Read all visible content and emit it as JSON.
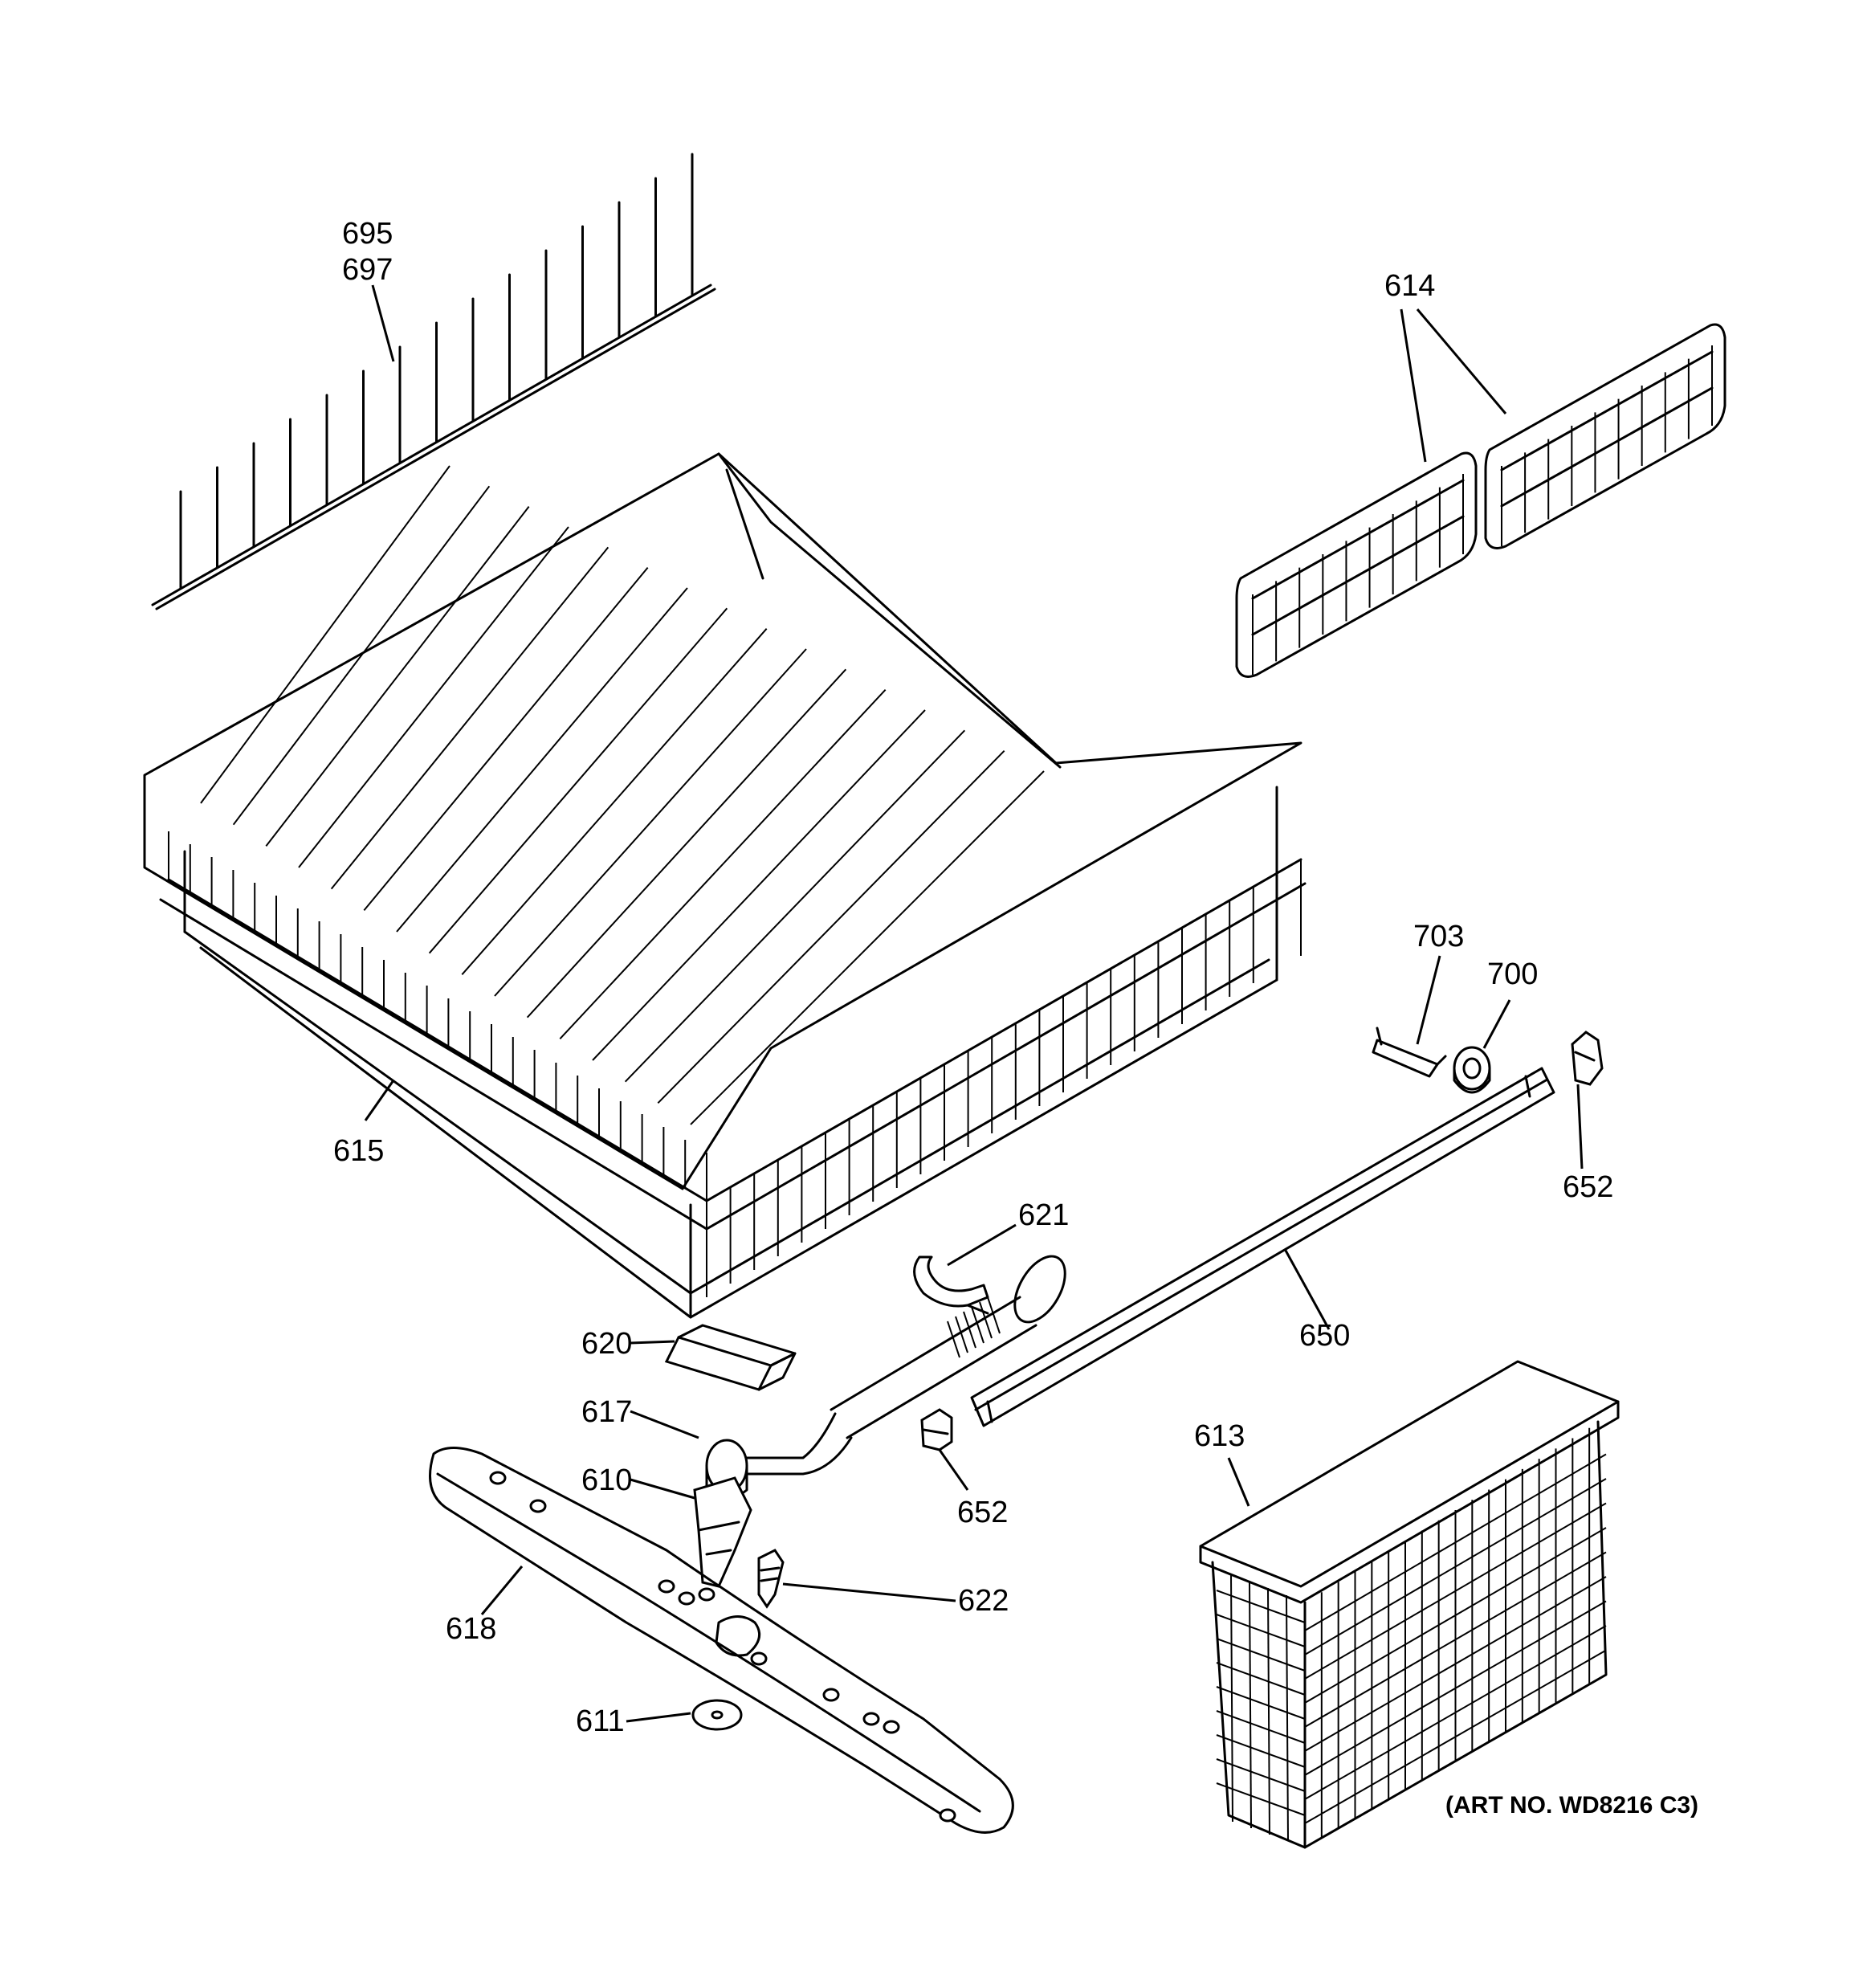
{
  "callouts": [
    {
      "id": "c695",
      "text": "695"
    },
    {
      "id": "c697",
      "text": "697"
    },
    {
      "id": "c614",
      "text": "614"
    },
    {
      "id": "c615",
      "text": "615"
    },
    {
      "id": "c703",
      "text": "703"
    },
    {
      "id": "c700",
      "text": "700"
    },
    {
      "id": "c652a",
      "text": "652"
    },
    {
      "id": "c621",
      "text": "621"
    },
    {
      "id": "c650",
      "text": "650"
    },
    {
      "id": "c620",
      "text": "620"
    },
    {
      "id": "c617",
      "text": "617"
    },
    {
      "id": "c610",
      "text": "610"
    },
    {
      "id": "c652b",
      "text": "652"
    },
    {
      "id": "c613",
      "text": "613"
    },
    {
      "id": "c622",
      "text": "622"
    },
    {
      "id": "c618",
      "text": "618"
    },
    {
      "id": "c611",
      "text": "611"
    }
  ],
  "art_number": "(ART NO. WD8216 C3)"
}
